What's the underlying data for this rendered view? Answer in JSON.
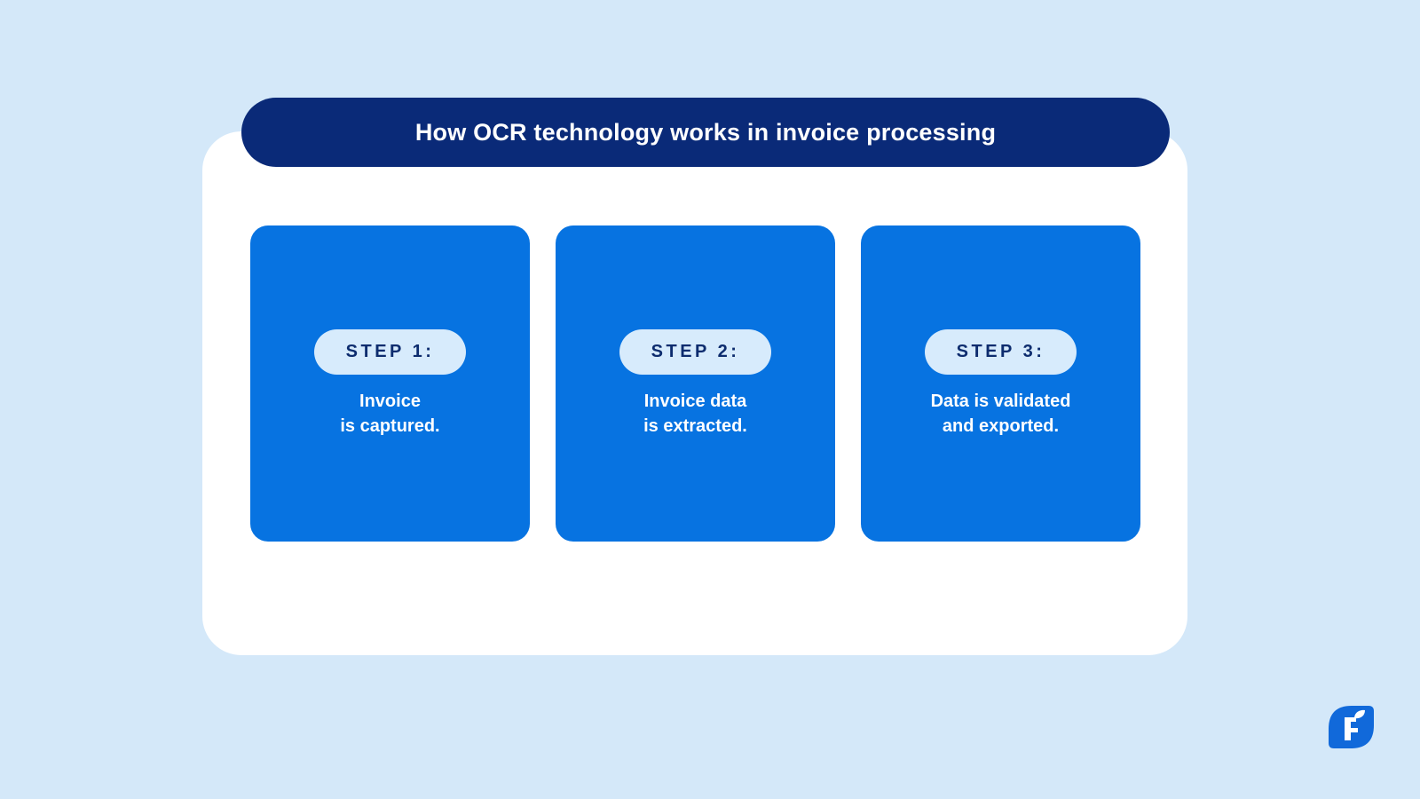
{
  "banner": {
    "title": "How OCR technology works in invoice processing"
  },
  "steps": [
    {
      "badge": "STEP 1:",
      "line1": "Invoice",
      "line2": "is captured."
    },
    {
      "badge": "STEP 2:",
      "line1": "Invoice data",
      "line2": "is extracted."
    },
    {
      "badge": "STEP 3:",
      "line1": "Data is validated",
      "line2": "and exported."
    }
  ],
  "logo": {
    "icon": "freshbooks-leaf-logo",
    "letter": "F"
  },
  "colors": {
    "page_background": "#d4e8f9",
    "panel_background": "#ffffff",
    "banner_background": "#0a2a78",
    "card_background": "#0773e1",
    "pill_background": "#d7ebfc",
    "pill_text": "#0d2c6e",
    "card_text": "#ffffff",
    "logo_blue": "#1169da"
  }
}
